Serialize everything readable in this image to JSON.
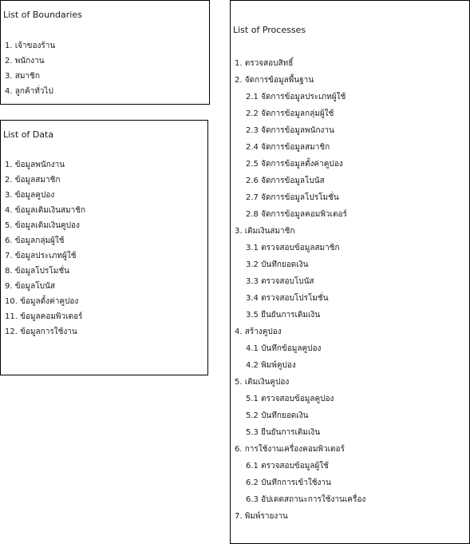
{
  "boundaries": {
    "title": "List of Boundaries",
    "items": [
      "1. เจ้าของร้าน",
      "2. พนักงาน",
      "3. สมาชิก",
      "4. ลูกค้าทั่วไป"
    ]
  },
  "data_list": {
    "title": "List of Data",
    "items": [
      "1. ข้อมูลพนักงาน",
      "2. ข้อมูลสมาชิก",
      "3. ข้อมูลคูปอง",
      "4. ข้อมูลเติมเงินสมาชิก",
      "5. ข้อมูลเติมเงินคูปอง",
      "6. ข้อมูลกลุ่มผู้ใช้",
      "7. ข้อมูลประเภทผู้ใช้",
      "8. ข้อมูลโปรโมชั่น",
      "9. ข้อมูลโบนัส",
      "10. ข้อมูลตั้งค่าคูปอง",
      "11. ข้อมูลคอมพิวเตอร์",
      "12. ข้อมูลการใช้งาน"
    ]
  },
  "processes": {
    "title": "List of Processes",
    "items": [
      {
        "text": "1. ตรวจสอบสิทธิ์",
        "level": 1
      },
      {
        "text": "2. จัดการข้อมูลพื้นฐาน",
        "level": 1
      },
      {
        "text": "2.1 จัดการข้อมูลประเภทผู้ใช้",
        "level": 2
      },
      {
        "text": "2.2 จัดการข้อมูลกลุ่มผู้ใช้",
        "level": 2
      },
      {
        "text": "2.3 จัดการข้อมูลพนักงาน",
        "level": 2
      },
      {
        "text": "2.4 จัดการข้อมูลสมาชิก",
        "level": 2
      },
      {
        "text": "2.5 จัดการข้อมูลตั้งค่าคูปอง",
        "level": 2
      },
      {
        "text": "2.6 จัดการข้อมูลโบนัส",
        "level": 2
      },
      {
        "text": "2.7 จัดการข้อมูลโปรโมชั่น",
        "level": 2
      },
      {
        "text": "2.8 จัดการข้อมูลคอมพิวเตอร์",
        "level": 2
      },
      {
        "text": "3. เติมเงินสมาชิก",
        "level": 1
      },
      {
        "text": "3.1 ตรวจสอบข้อมูลสมาชิก",
        "level": 2
      },
      {
        "text": "3.2 บันทึกยอดเงิน",
        "level": 2
      },
      {
        "text": "3.3 ตรวจสอบโบนัส",
        "level": 2
      },
      {
        "text": "3.4 ตรวจสอบโปรโมชั่น",
        "level": 2
      },
      {
        "text": "3.5 ยืนยันการเติมเงิน",
        "level": 2
      },
      {
        "text": "4. สร้างคูปอง",
        "level": 1
      },
      {
        "text": "4.1 บันทึกข้อมูลคูปอง",
        "level": 2
      },
      {
        "text": "4.2 พิมพ์คูปอง",
        "level": 2
      },
      {
        "text": "5. เติมเงินคูปอง",
        "level": 1
      },
      {
        "text": "5.1 ตรวจสอบข้อมูลคูปอง",
        "level": 2
      },
      {
        "text": "5.2 บันทึกยอดเงิน",
        "level": 2
      },
      {
        "text": "5.3 ยืนยันการเติมเงิน",
        "level": 2
      },
      {
        "text": "6. การใช้งานเครื่องคอมพิวเตอร์",
        "level": 1
      },
      {
        "text": "6.1 ตรวจสอบข้อมูลผู้ใช้",
        "level": 2
      },
      {
        "text": "6.2 บันทึกการเข้าใช้งาน",
        "level": 2
      },
      {
        "text": "6.3 อัปเดตสถานะการใช้งานเครื่อง",
        "level": 2
      },
      {
        "text": "7. พิมพ์รายงาน",
        "level": 1
      }
    ]
  }
}
